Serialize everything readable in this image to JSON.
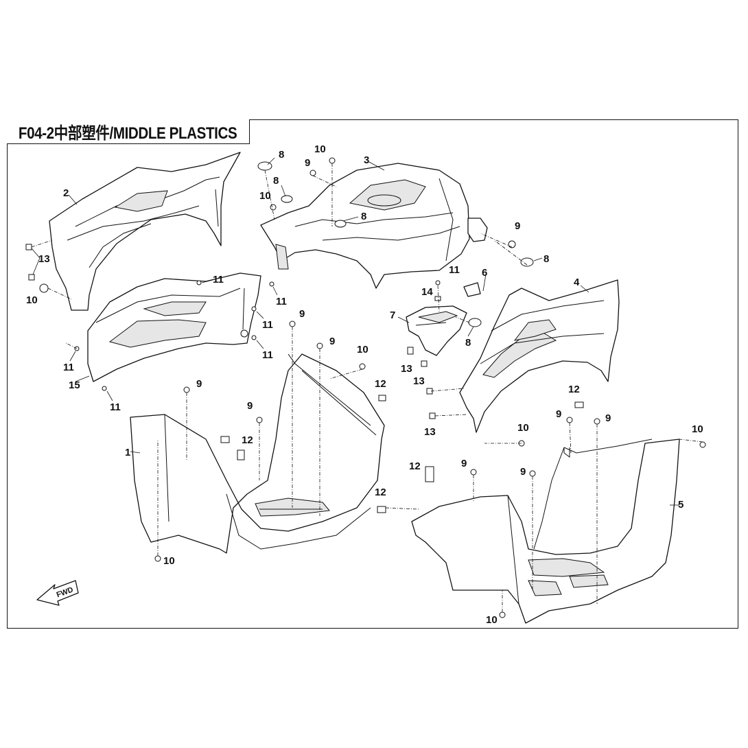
{
  "title": "F04-2中部塑件/MIDDLE PLASTICS",
  "fwd_label": "FWD",
  "callouts": [
    {
      "label": "1"
    },
    {
      "label": "2"
    },
    {
      "label": "3"
    },
    {
      "label": "4"
    },
    {
      "label": "5"
    },
    {
      "label": "6"
    },
    {
      "label": "7"
    },
    {
      "label": "8"
    },
    {
      "label": "8"
    },
    {
      "label": "8"
    },
    {
      "label": "8"
    },
    {
      "label": "8"
    },
    {
      "label": "9"
    },
    {
      "label": "9"
    },
    {
      "label": "9"
    },
    {
      "label": "9"
    },
    {
      "label": "9"
    },
    {
      "label": "9"
    },
    {
      "label": "9"
    },
    {
      "label": "9"
    },
    {
      "label": "9"
    },
    {
      "label": "9"
    },
    {
      "label": "10"
    },
    {
      "label": "10"
    },
    {
      "label": "10"
    },
    {
      "label": "10"
    },
    {
      "label": "10"
    },
    {
      "label": "10"
    },
    {
      "label": "10"
    },
    {
      "label": "10"
    },
    {
      "label": "11"
    },
    {
      "label": "11"
    },
    {
      "label": "11"
    },
    {
      "label": "11"
    },
    {
      "label": "11"
    },
    {
      "label": "11"
    },
    {
      "label": "11"
    },
    {
      "label": "12"
    },
    {
      "label": "12"
    },
    {
      "label": "12"
    },
    {
      "label": "12"
    },
    {
      "label": "12"
    },
    {
      "label": "13"
    },
    {
      "label": "13"
    },
    {
      "label": "13"
    },
    {
      "label": "13"
    },
    {
      "label": "14"
    },
    {
      "label": "15"
    }
  ]
}
